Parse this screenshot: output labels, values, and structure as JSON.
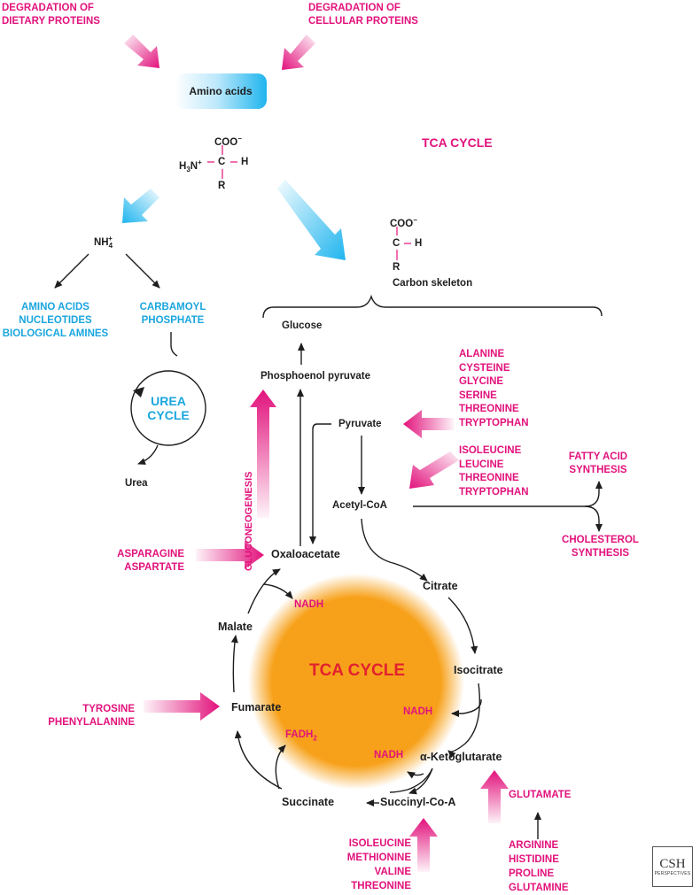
{
  "sources": {
    "dietary": [
      "DEGRADATION OF",
      "DIETARY PROTEINS"
    ],
    "cellular": [
      "DEGRADATION OF",
      "CELLULAR PROTEINS"
    ]
  },
  "amino_acids_box": "Amino acids",
  "amino_acid_structure": {
    "carboxyl": "COO",
    "charge": "−",
    "amine": "H",
    "amine_sub": "3",
    "amine_charge": "N",
    "plus": "+",
    "carbon": "C",
    "hydrogen": "H",
    "r_group": "R"
  },
  "top_title": "TCA CYCLE",
  "ammonium": {
    "base": "NH",
    "sub": "4",
    "sup": "+"
  },
  "ammonium_products": [
    "AMINO ACIDS",
    "NUCLEOTIDES",
    "BIOLOGICAL AMINES"
  ],
  "carbamoyl": [
    "CARBAMOYL",
    "PHOSPHATE"
  ],
  "urea_cycle": [
    "UREA",
    "CYCLE"
  ],
  "urea": "Urea",
  "carbon_skeleton": {
    "carboxyl": "COO",
    "charge": "−",
    "carbon": "C",
    "hydrogen": "H",
    "r_group": "R",
    "label": "Carbon skeleton"
  },
  "metabolites": {
    "glucose": "Glucose",
    "pep": "Phosphoenol pyruvate",
    "pyruvate": "Pyruvate",
    "acetyl_coa": "Acetyl-CoA",
    "oxaloacetate": "Oxaloacetate",
    "citrate": "Citrate",
    "isocitrate": "Isocitrate",
    "alpha_kg": "α-Ketoglutarate",
    "succinyl_coa": "Succinyl-Co-A",
    "succinate": "Succinate",
    "fumarate": "Fumarate",
    "malate": "Malate"
  },
  "gluconeogenesis": "GLUCONEOGENESIS",
  "tca_center": "TCA CYCLE",
  "cofactors": {
    "nadh": "NADH",
    "fadh": "FADH",
    "fadh_sub": "2"
  },
  "fatty_acid": [
    "FATTY ACID",
    "SYNTHESIS"
  ],
  "cholesterol": [
    "CHOLESTEROL",
    "SYNTHESIS"
  ],
  "amino_inputs": {
    "pyruvate": [
      "ALANINE",
      "CYSTEINE",
      "GLYCINE",
      "SERINE",
      "THREONINE",
      "TRYPTOPHAN"
    ],
    "acetyl_coa": [
      "ISOLEUCINE",
      "LEUCINE",
      "THREONINE",
      "TRYPTOPHAN"
    ],
    "oxaloacetate": [
      "ASPARAGINE",
      "ASPARTATE"
    ],
    "fumarate": [
      "TYROSINE",
      "PHENYLALANINE"
    ],
    "succinyl_coa": [
      "ISOLEUCINE",
      "METHIONINE",
      "VALINE",
      "THREONINE"
    ],
    "alpha_kg": "GLUTAMATE",
    "glutamate": [
      "ARGININE",
      "HISTIDINE",
      "PROLINE",
      "GLUTAMINE"
    ]
  },
  "logo": {
    "line1": "CSH",
    "line2": "PERSPECTIVES"
  },
  "colors": {
    "accent_magenta": "#e2127c",
    "accent_cyan": "#1aa6de",
    "tca_orange": "#f7a11a",
    "tca_title": "#e2222e"
  }
}
